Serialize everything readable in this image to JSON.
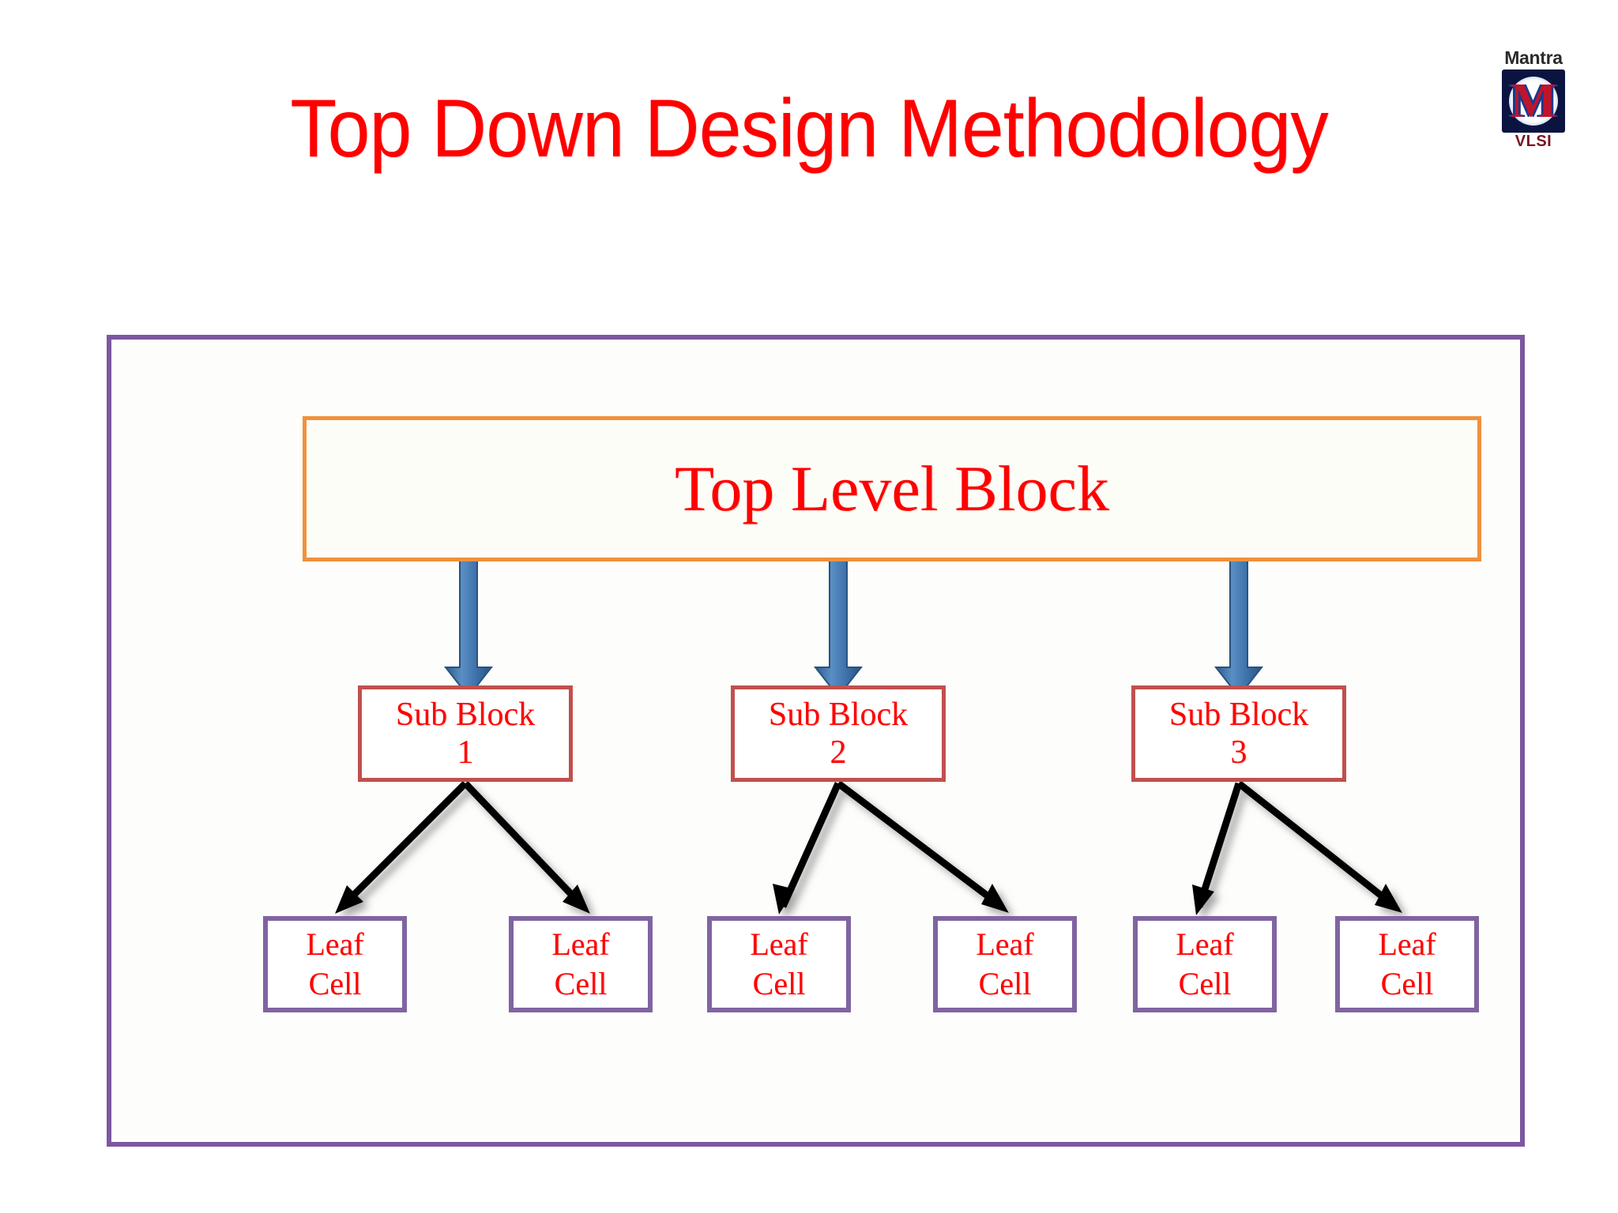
{
  "slide": {
    "title": "Top Down Design Methodology",
    "title_color": "#FF0000",
    "background": "#FFFFFF"
  },
  "logo": {
    "name": "Mantra",
    "mark_letter": "M",
    "subtitle": "VLSI",
    "mark_bg": "#0B1340",
    "mark_letter_color": "#C0142A"
  },
  "diagram": {
    "frame_color": "#7C57A0",
    "top_level": {
      "label": "Top Level Block",
      "border_color": "#F0913C",
      "text_color": "#FF0000"
    },
    "sub_blocks": [
      {
        "label": "Sub Block",
        "number": "1"
      },
      {
        "label": "Sub Block",
        "number": "2"
      },
      {
        "label": "Sub Block",
        "number": "3"
      }
    ],
    "sub_block_style": {
      "border_color": "#C0504D",
      "text_color": "#FF0000"
    },
    "leaf_cells": [
      {
        "line1": "Leaf",
        "line2": "Cell"
      },
      {
        "line1": "Leaf",
        "line2": "Cell"
      },
      {
        "line1": "Leaf",
        "line2": "Cell"
      },
      {
        "line1": "Leaf",
        "line2": "Cell"
      },
      {
        "line1": "Leaf",
        "line2": "Cell"
      },
      {
        "line1": "Leaf",
        "line2": "Cell"
      }
    ],
    "leaf_cell_style": {
      "border_color": "#8064A2",
      "text_color": "#FF0000"
    },
    "connectors": {
      "top_to_sub_color": "#3F6FA8",
      "top_to_sub_count": 3,
      "sub_to_leaf_color": "#000000",
      "sub_to_leaf_count": 6
    }
  }
}
